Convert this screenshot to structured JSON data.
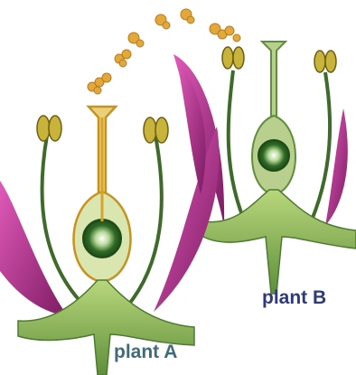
{
  "labels": {
    "plant_a": "plant A",
    "plant_b": "plant B"
  },
  "colors": {
    "petal": "#b0288c",
    "stem": "#5f8f3b",
    "filament": "#3e6b2a",
    "pistil_a": "#d6a52a",
    "pistil_b": "#b9cf8e",
    "anther": "#c8b43a",
    "pollen": "#e2a93a",
    "label_a": "#3f6b7b",
    "label_b": "#2e3a7a"
  },
  "icons": [
    "flower-cross-section",
    "pollen-grain"
  ]
}
